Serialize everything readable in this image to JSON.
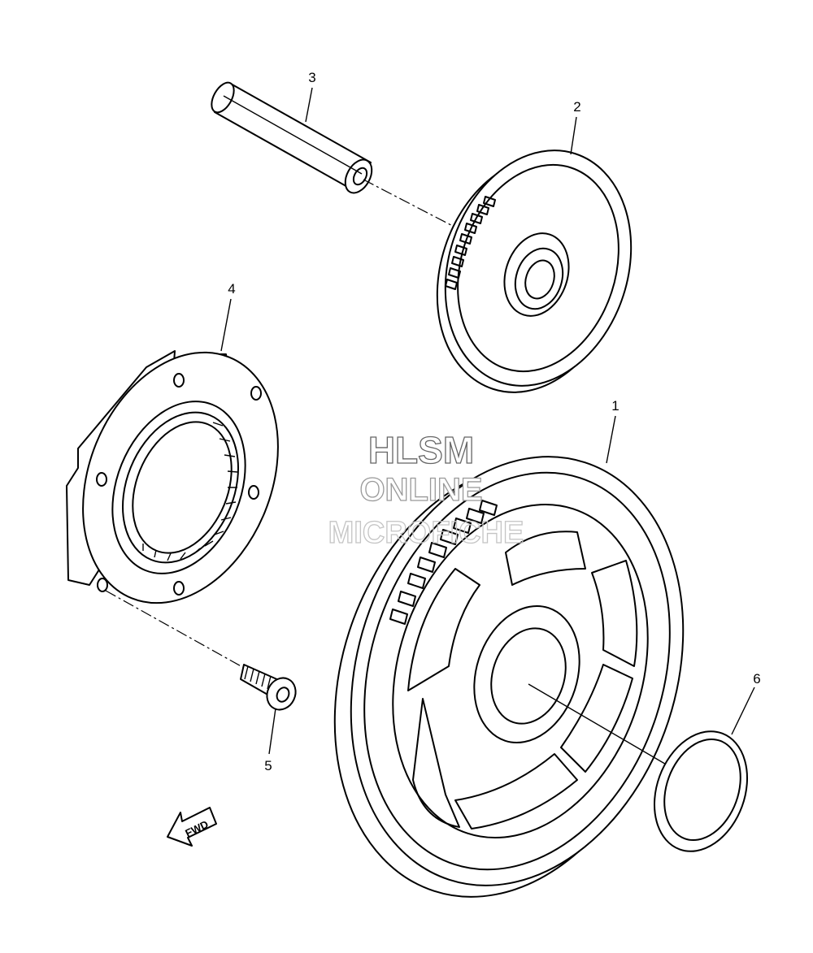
{
  "callouts": [
    {
      "id": "1",
      "label": "1"
    },
    {
      "id": "2",
      "label": "2"
    },
    {
      "id": "3",
      "label": "3"
    },
    {
      "id": "4",
      "label": "4"
    },
    {
      "id": "5",
      "label": "5"
    },
    {
      "id": "6",
      "label": "6"
    }
  ],
  "watermark": {
    "line1": "HLSM",
    "line2": "ONLINE",
    "line3": "MICROFICHE"
  },
  "direction_arrow": {
    "label": "FWD",
    "icon": "fwd-arrow-icon"
  },
  "colors": {
    "line": "#000000",
    "background": "#ffffff",
    "watermark": "#888888"
  }
}
